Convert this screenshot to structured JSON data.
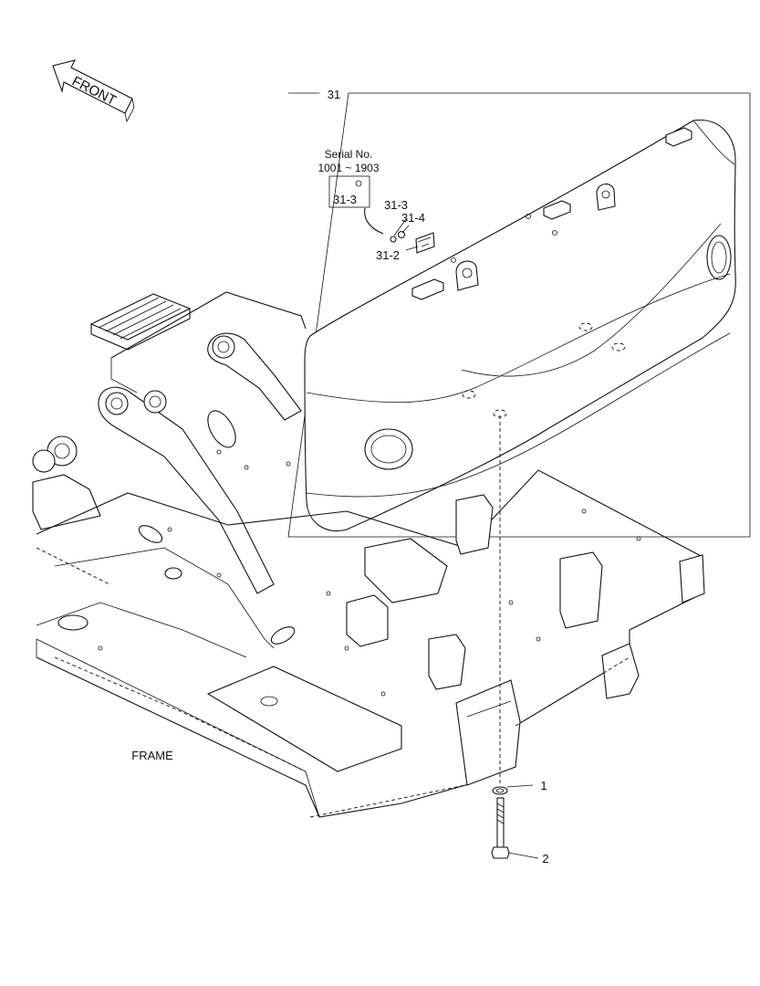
{
  "direction_arrow": {
    "label": "FRONT"
  },
  "assembly": {
    "number": "31"
  },
  "serial_note": {
    "line1": "Serial No.",
    "line2": "1001 ~ 1903",
    "boxed_part": "31-3"
  },
  "callouts": {
    "p31_3": "31-3",
    "p31_4": "31-4",
    "p31_2": "31-2",
    "p1": "1",
    "p2": "2"
  },
  "frame_label": "FRAME"
}
